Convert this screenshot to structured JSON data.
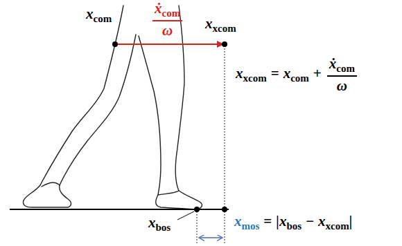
{
  "diagram": {
    "labels": [
      "x",
      "com",
      "ẋ",
      "com",
      "ω",
      "x",
      "xcom",
      "x",
      "xcom",
      "=",
      "x",
      "com",
      "+",
      "ẋ",
      "com",
      "ω",
      "x",
      "bos",
      "x",
      "mos",
      "=",
      "|",
      "x",
      "bos",
      "−",
      "x",
      "xcom",
      "|"
    ]
  }
}
